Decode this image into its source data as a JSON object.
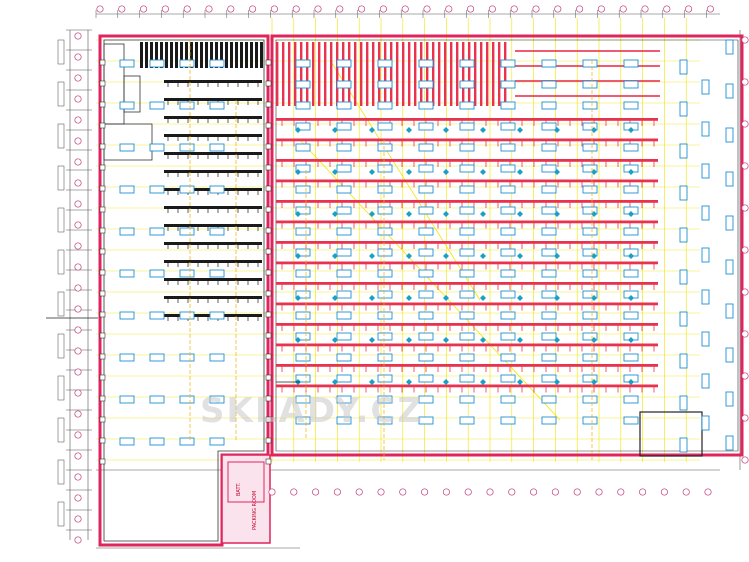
{
  "drawing": {
    "watermark": "SKLADY.CZ",
    "room_labels": {
      "battery": "BATT.",
      "packing_room": "PACKING ROOM"
    },
    "colors": {
      "paper": "#ffffff",
      "wall": "#e0245e",
      "rack_red": "#e8334f",
      "rack_black": "#1a1a1a",
      "grid_yellow": "#f2e400",
      "axis_bubble": "#c23a7a",
      "light_fixture": "#1f8fd6",
      "sprinkler": "#1aa0c8",
      "dimension_line": "#555555",
      "watermark": "#c8c8c8"
    },
    "icons": [
      "axis-bubble-icon",
      "light-fixture-icon",
      "sprinkler-icon",
      "column-marker-icon"
    ]
  }
}
